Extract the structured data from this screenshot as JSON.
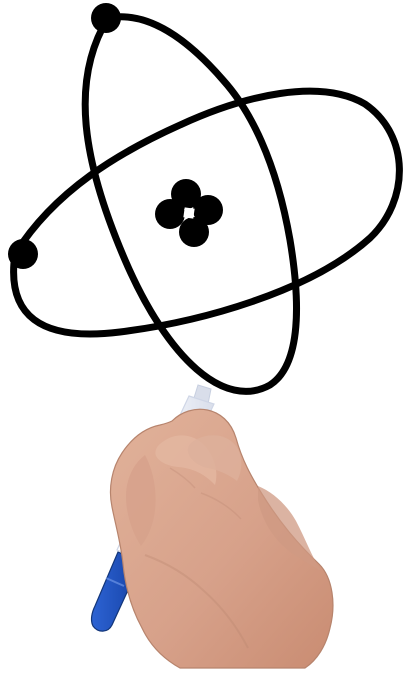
{
  "image": {
    "kind": "photo-illustration",
    "background_color": "#ffffff"
  },
  "drawing": {
    "subject": "atom",
    "stroke_color": "#000000",
    "orbit_count": 2,
    "electron_count": 2,
    "nucleus_particle_count": 4
  },
  "marker": {
    "body_color": "#f4f6fb",
    "cap_color": "#1f4fb8",
    "tip_color": "#cfd6e8"
  },
  "hand": {
    "skin_color": "#d8a58c"
  }
}
